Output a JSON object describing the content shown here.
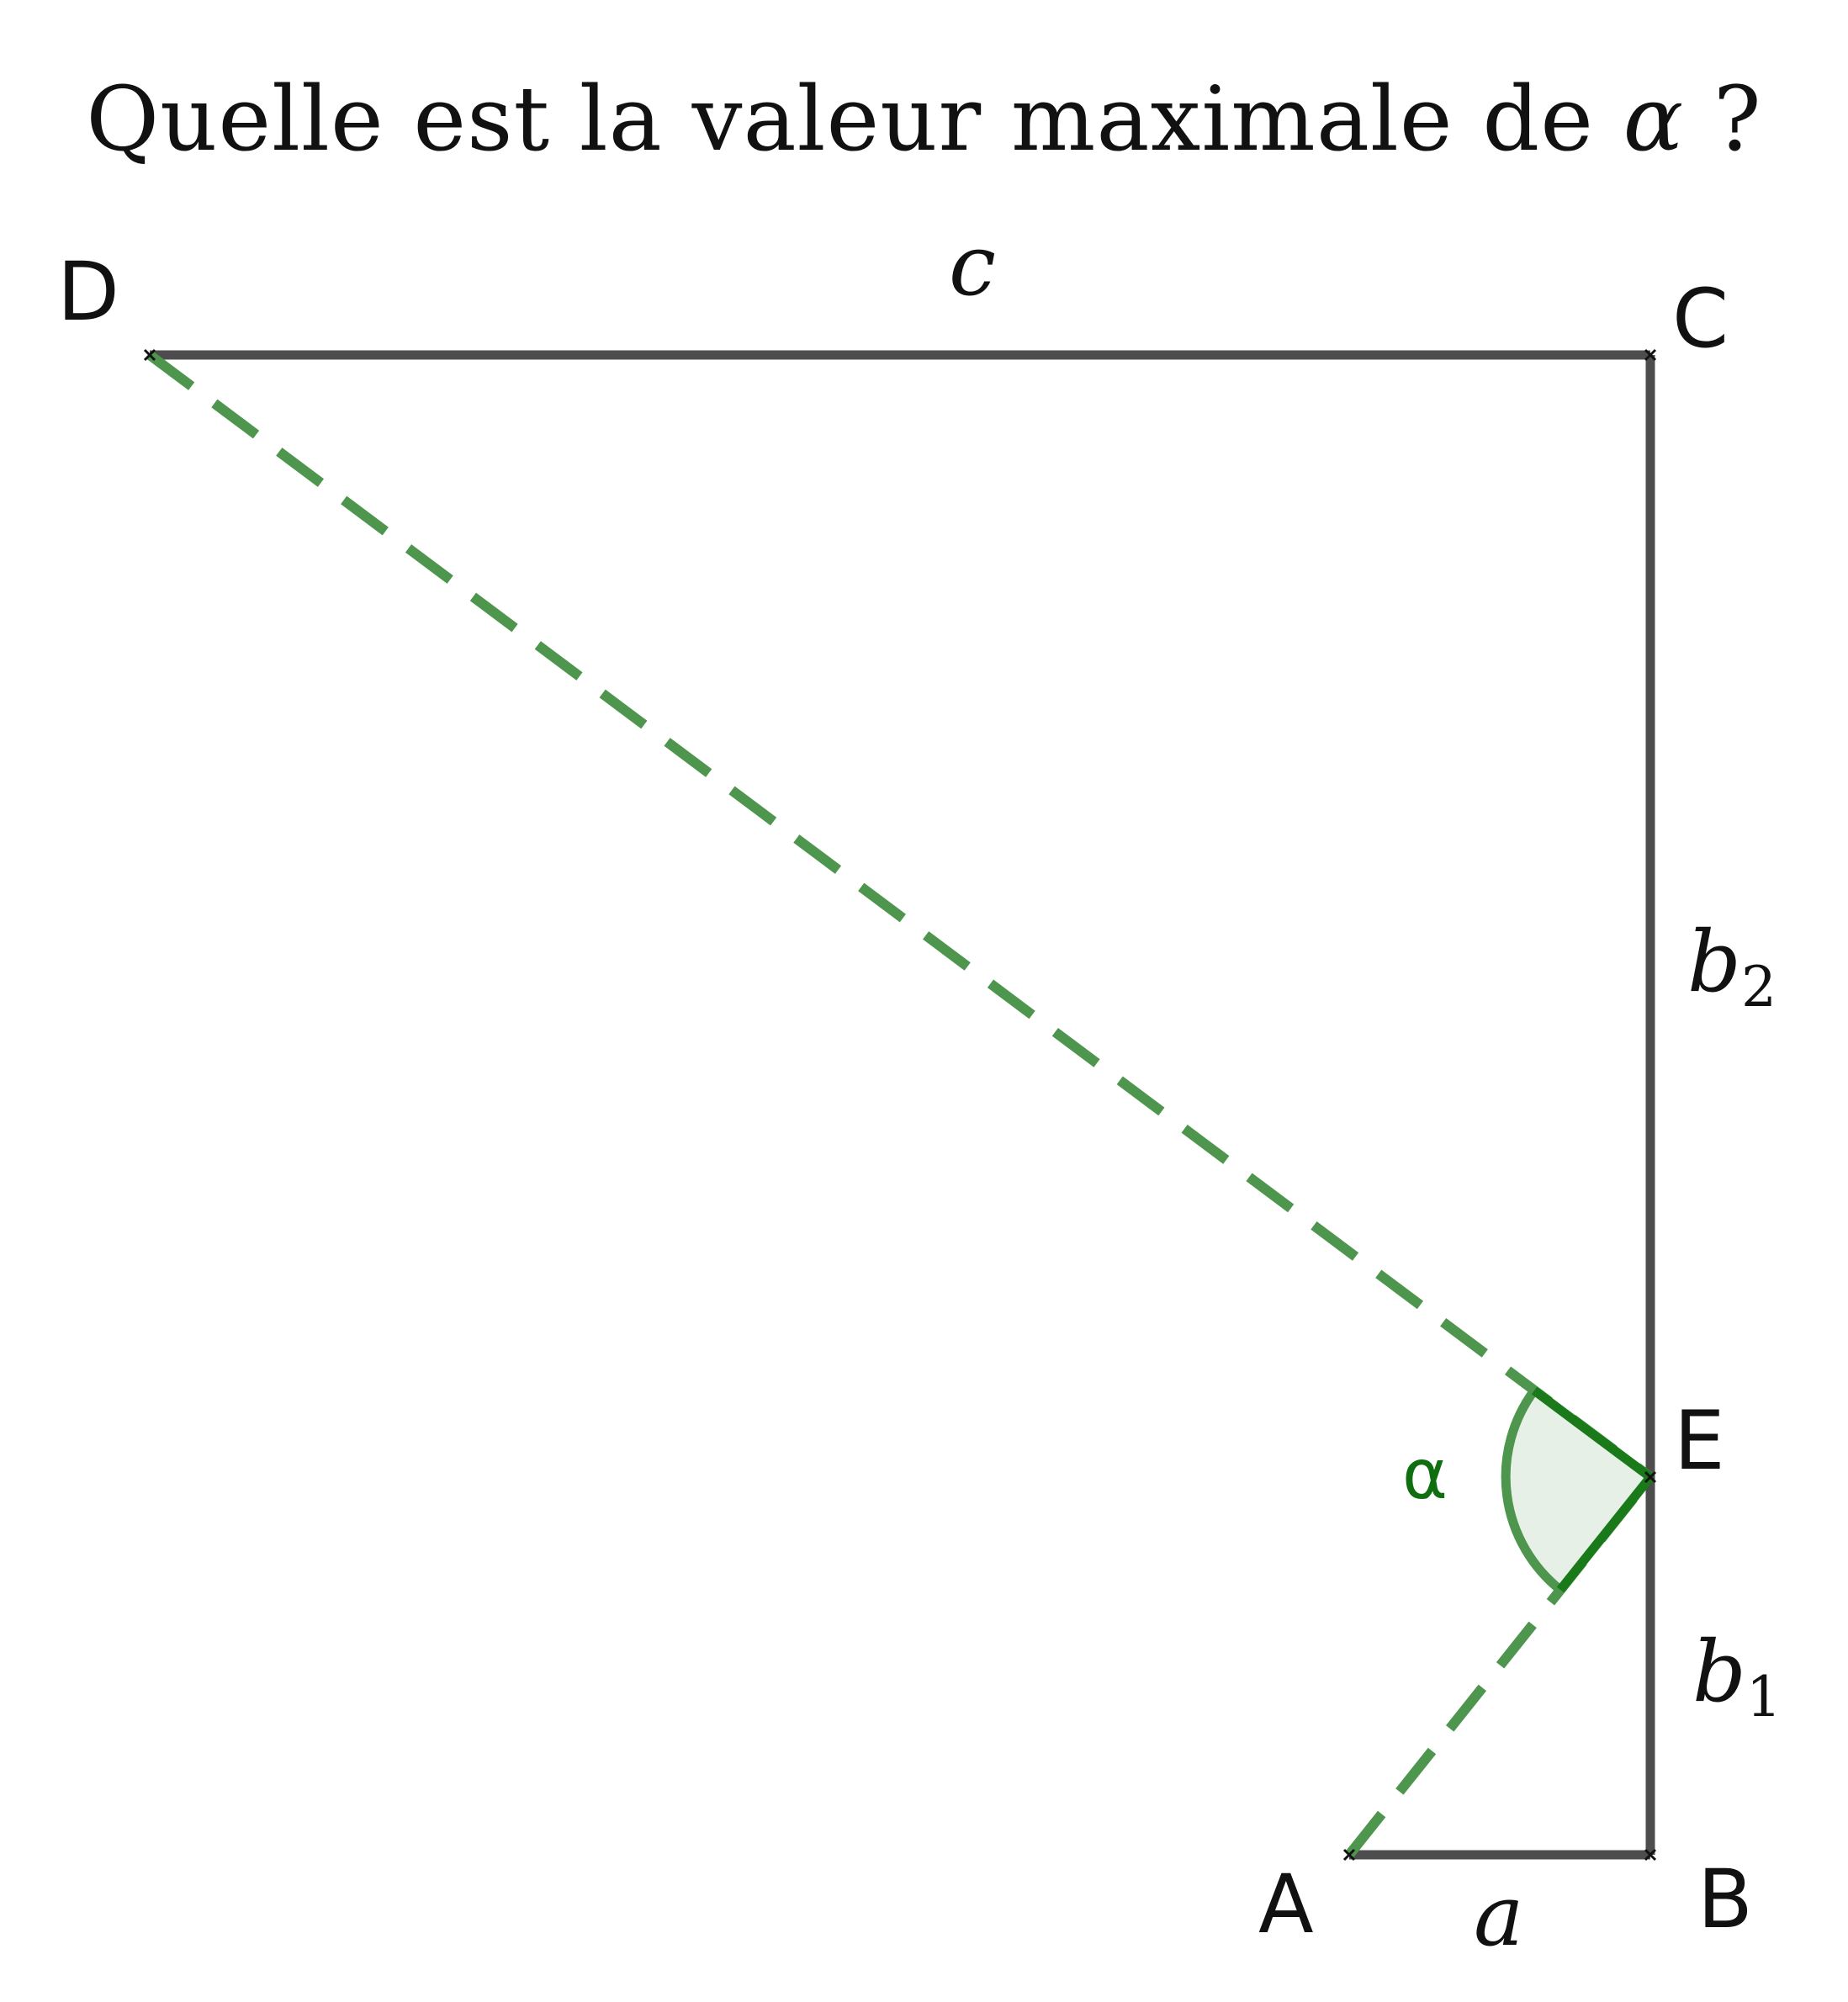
{
  "title": {
    "text": "Quelle est la valeur maximale de",
    "symbol": "α",
    "suffix": " ?"
  },
  "points": {
    "A": "A",
    "B": "B",
    "C": "C",
    "D": "D",
    "E": "E"
  },
  "lengths": {
    "a": "a",
    "b1": "b",
    "b1_sub": "1",
    "b2": "b",
    "b2_sub": "2",
    "c": "c"
  },
  "angle": {
    "label": "α"
  },
  "colors": {
    "segment": "#4d4d4d",
    "dashed": "#4e964e",
    "angle_stroke": "#1a7a1a",
    "angle_fill": "#e6f0e6",
    "angle_text": "#0f6e0f"
  }
}
